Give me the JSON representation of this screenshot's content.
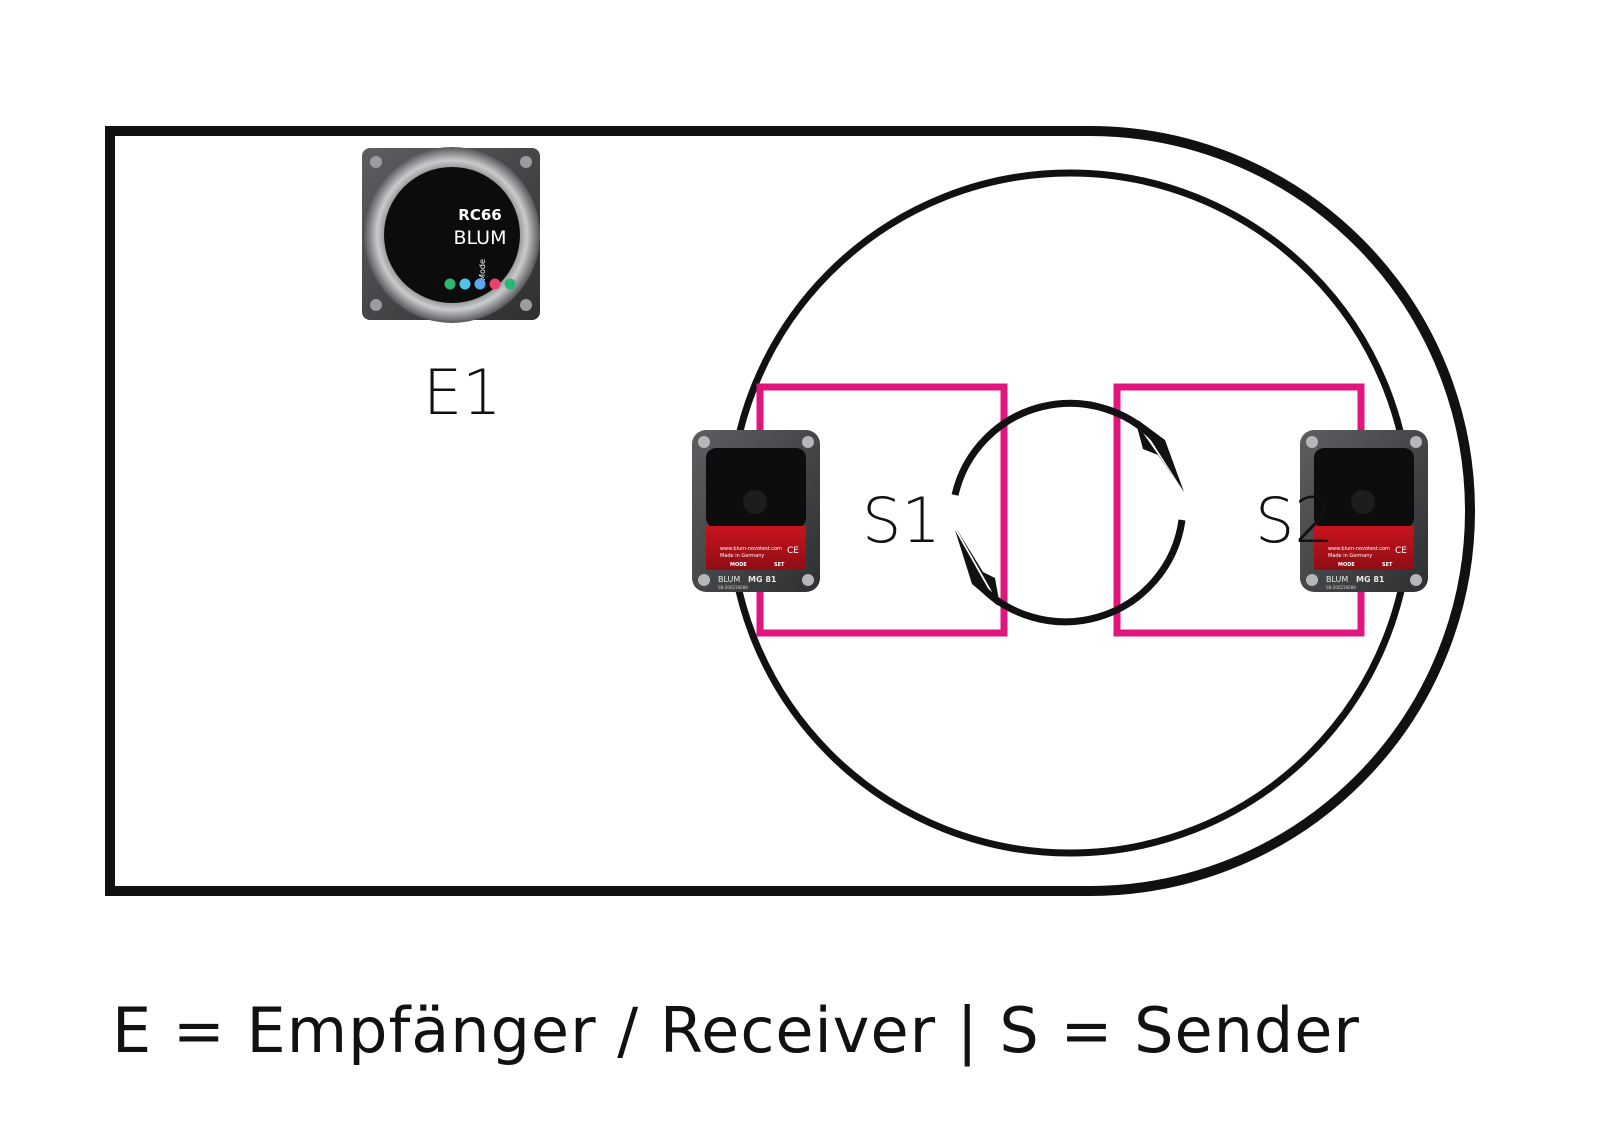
{
  "labels": {
    "receiver_1": "E1",
    "sender_1": "S1",
    "sender_2": "S2"
  },
  "legend": "E = Empfänger / Receiver | S = Sender",
  "receiver_device": {
    "model": "RC66",
    "brand": "BLUM",
    "led_labels": [
      "Mode"
    ],
    "led_colors": [
      "#2bb673",
      "#4ec5e8",
      "#5aa9f0",
      "#e8436b",
      "#2bb673"
    ]
  },
  "sender_devices": [
    {
      "brand": "BLUM",
      "model": "MG 81",
      "url": "www.blum-novotest.com",
      "made": "Made in Germany",
      "btn_left": "MODE",
      "btn_right": "SET",
      "ce": "CE",
      "sn": "SN:300216088"
    },
    {
      "brand": "BLUM",
      "model": "MG 81",
      "url": "www.blum-novotest.com",
      "made": "Made in Germany",
      "btn_left": "MODE",
      "btn_right": "SET",
      "ce": "CE",
      "sn": "SN:300216088"
    }
  ],
  "colors": {
    "outline": "#111111",
    "zone": "#e0157d",
    "device_red": "#b5121b",
    "device_body": "#4a4a4c"
  }
}
